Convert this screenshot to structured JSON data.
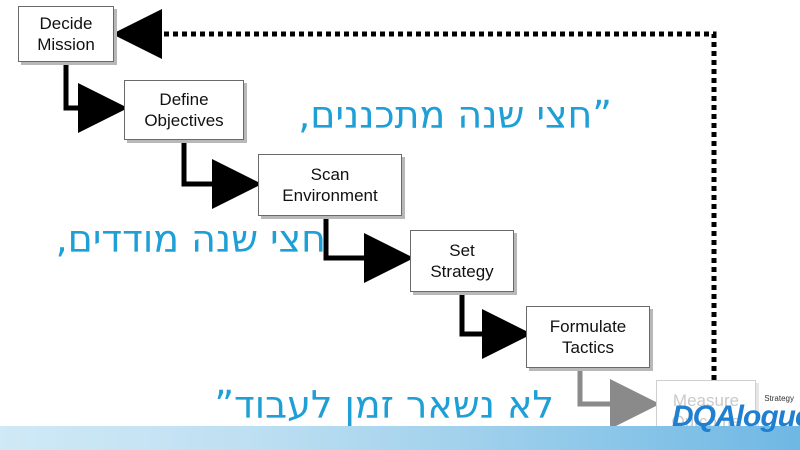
{
  "diagram": {
    "steps": [
      {
        "label": "Decide\nMission"
      },
      {
        "label": "Define\nObjectives"
      },
      {
        "label": "Scan\nEnvironment"
      },
      {
        "label": "Set\nStrategy"
      },
      {
        "label": "Formulate\nTactics"
      },
      {
        "label": "Measure\nOutcome"
      }
    ]
  },
  "overlay_text": {
    "line1": "”חצי שנה מתכננים,",
    "line2": "חצי שנה מודדים,",
    "line3": "לא נשאר זמן לעבוד”"
  },
  "logo": {
    "main": "DQAlogue",
    "sub": "Strategy"
  },
  "colors": {
    "hebrew_text": "#1e9fd6",
    "arrow": "#000000",
    "faded_arrow": "#8a8a8a",
    "logo": "#1f7fd0"
  }
}
